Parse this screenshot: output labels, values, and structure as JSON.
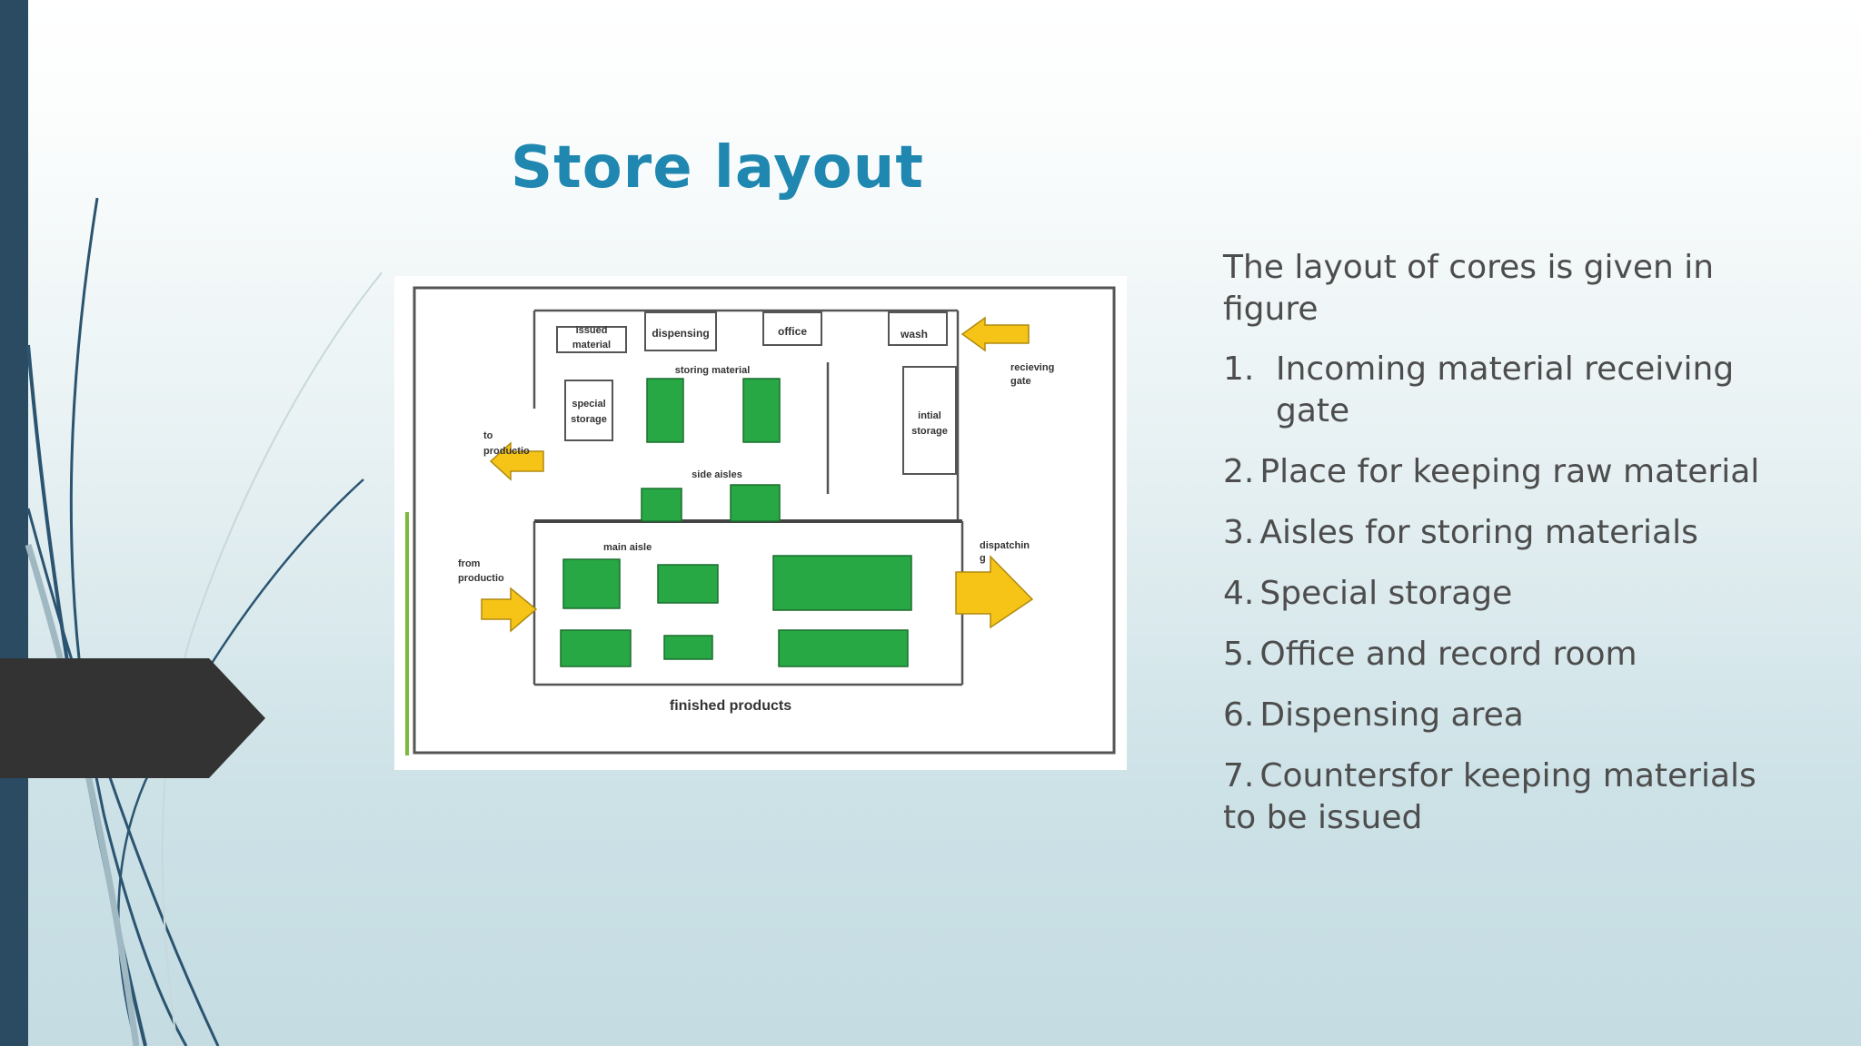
{
  "slide": {
    "title": "Store layout",
    "intro": "The layout of cores is given in figure",
    "list": [
      {
        "num": "1.",
        "text": "Incoming material receiving gate"
      },
      {
        "num": "2.",
        "text": "Place for keeping raw material"
      },
      {
        "num": "3.",
        "text": "Aisles for storing materials"
      },
      {
        "num": "4.",
        "text": "Special storage"
      },
      {
        "num": "5.",
        "text": "Office and record room"
      },
      {
        "num": "6.",
        "text": "Dispensing area"
      },
      {
        "num": "7.",
        "text": "Countersfor keeping materials to be issued"
      }
    ]
  },
  "figure": {
    "labels": {
      "issued_1": "issued",
      "issued_2": "material",
      "dispensing": "dispensing",
      "office": "office",
      "wash": "wash",
      "receiving_1": "recieving",
      "receiving_2": "gate",
      "storing_material": "storing material",
      "special_1": "special",
      "special_2": "storage",
      "initial_1": "intial",
      "initial_2": "storage",
      "to_production_1": "to",
      "to_production_2": "productio",
      "side_aisles": "side aisles",
      "main_aisle": "main aisle",
      "dispatching_1": "dispatchin",
      "dispatching_2": "g",
      "from_production_1": "from",
      "from_production_2": "productio",
      "finished_products": "finished products"
    },
    "colors": {
      "storage_block": "#27a844",
      "arrow": "#f5c417",
      "line": "#555555"
    }
  },
  "theme": {
    "title_color": "#1f87b0",
    "text_color": "#4d4d4d",
    "left_bar_color": "#2b4b63",
    "tab_color": "#333333"
  }
}
